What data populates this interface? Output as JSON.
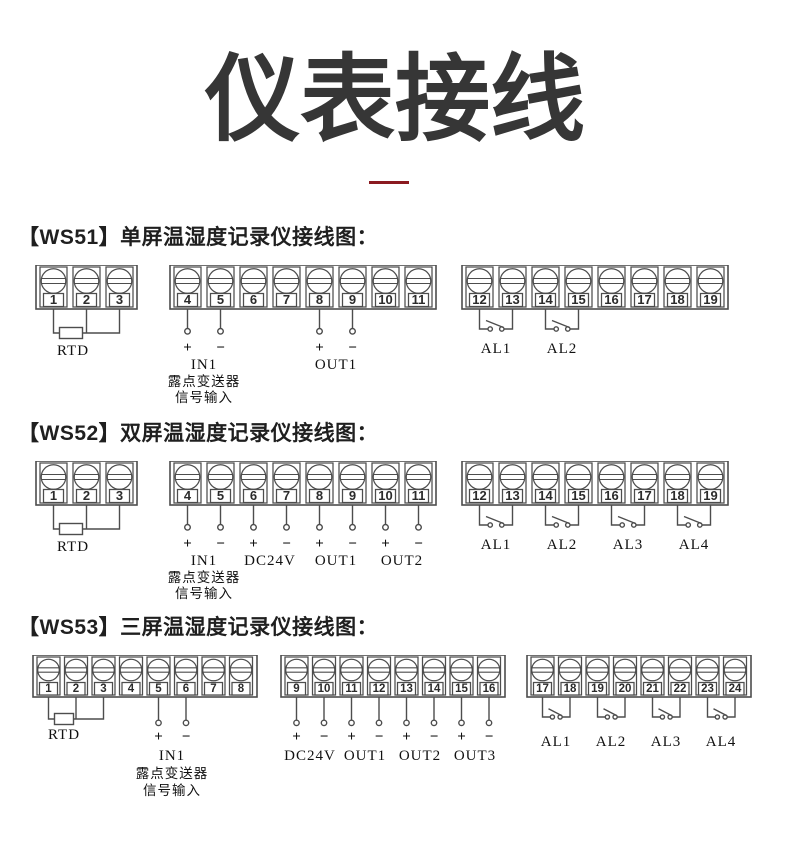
{
  "colors": {
    "title": "#363636",
    "accent_red": "#8b1a20",
    "line": "#4d4d4d"
  },
  "title": {
    "text": "仪表接线"
  },
  "sym": {
    "plus": "+",
    "minus": "−"
  },
  "ws51": {
    "heading": "【WS51】单屏温湿度记录仪接线图：",
    "b1": {
      "t": [
        "1",
        "2",
        "3"
      ]
    },
    "b2": {
      "t": [
        "4",
        "5",
        "6",
        "7",
        "8",
        "9",
        "10",
        "11"
      ]
    },
    "b3": {
      "t": [
        "12",
        "13",
        "14",
        "15",
        "16",
        "17",
        "18",
        "19"
      ]
    },
    "labels": {
      "rtd": "RTD",
      "in1": "IN1",
      "in1_sub1": "露点变送器",
      "in1_sub2": "信号输入",
      "out1": "OUT1",
      "al1": "AL1",
      "al2": "AL2"
    }
  },
  "ws52": {
    "heading": "【WS52】双屏温湿度记录仪接线图：",
    "b1": {
      "t": [
        "1",
        "2",
        "3"
      ]
    },
    "b2": {
      "t": [
        "4",
        "5",
        "6",
        "7",
        "8",
        "9",
        "10",
        "11"
      ]
    },
    "b3": {
      "t": [
        "12",
        "13",
        "14",
        "15",
        "16",
        "17",
        "18",
        "19"
      ]
    },
    "labels": {
      "rtd": "RTD",
      "in1": "IN1",
      "in1_sub1": "露点变送器",
      "in1_sub2": "信号输入",
      "dc24v": "DC24V",
      "out1": "OUT1",
      "out2": "OUT2",
      "al1": "AL1",
      "al2": "AL2",
      "al3": "AL3",
      "al4": "AL4"
    }
  },
  "ws53": {
    "heading": "【WS53】三屏温湿度记录仪接线图：",
    "b1": {
      "t": [
        "1",
        "2",
        "3",
        "4",
        "5",
        "6",
        "7",
        "8"
      ]
    },
    "b2": {
      "t": [
        "9",
        "10",
        "11",
        "12",
        "13",
        "14",
        "15",
        "16"
      ]
    },
    "b3": {
      "t": [
        "17",
        "18",
        "19",
        "20",
        "21",
        "22",
        "23",
        "24"
      ]
    },
    "labels": {
      "rtd": "RTD",
      "in1": "IN1",
      "in1_sub1": "露点变送器",
      "in1_sub2": "信号输入",
      "dc24v": "DC24V",
      "out1": "OUT1",
      "out2": "OUT2",
      "out3": "OUT3",
      "al1": "AL1",
      "al2": "AL2",
      "al3": "AL3",
      "al4": "AL4"
    }
  }
}
